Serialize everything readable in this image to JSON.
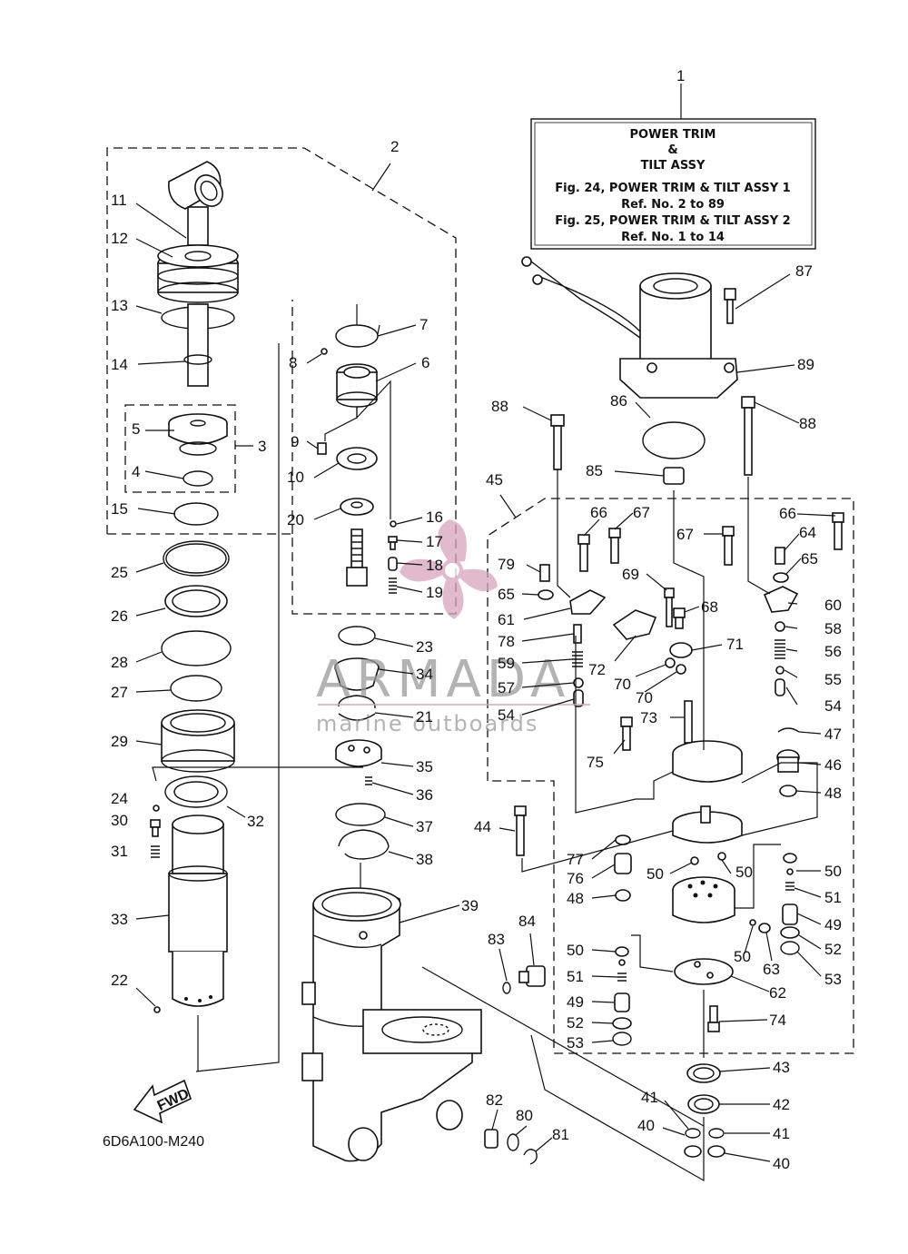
{
  "info_box": {
    "title_line1": "POWER TRIM",
    "title_line2": "&",
    "title_line3": "TILT ASSY",
    "ref1": "Fig. 24, POWER TRIM & TILT ASSY 1",
    "ref1_range": "Ref. No. 2 to 89",
    "ref2": "Fig. 25, POWER TRIM & TILT ASSY 2",
    "ref2_range": "Ref. No. 1 to 14"
  },
  "watermark": {
    "brand": "ARMADA",
    "tagline": "marine outboards",
    "color": "#d9a3bd",
    "gray": "#9a9a9a"
  },
  "fwd_label": "FWD",
  "diagram_code": "6D6A100-M240",
  "callouts": {
    "c1": "1",
    "c2": "2",
    "c3": "3",
    "c4": "4",
    "c5": "5",
    "c6": "6",
    "c7": "7",
    "c8": "8",
    "c9": "9",
    "c10": "10",
    "c11": "11",
    "c12": "12",
    "c13": "13",
    "c14": "14",
    "c15": "15",
    "c16": "16",
    "c17": "17",
    "c18": "18",
    "c19": "19",
    "c20": "20",
    "c21": "21",
    "c22": "22",
    "c23": "23",
    "c24": "24",
    "c25": "25",
    "c26": "26",
    "c27": "27",
    "c28": "28",
    "c29": "29",
    "c30": "30",
    "c31": "31",
    "c32": "32",
    "c33": "33",
    "c34": "34",
    "c35": "35",
    "c36": "36",
    "c37": "37",
    "c38": "38",
    "c39": "39",
    "c40a": "40",
    "c40b": "40",
    "c41a": "41",
    "c41b": "41",
    "c42": "42",
    "c43": "43",
    "c44": "44",
    "c45": "45",
    "c46": "46",
    "c47": "47",
    "c48a": "48",
    "c48b": "48",
    "c49a": "49",
    "c49b": "49",
    "c50a": "50",
    "c50b": "50",
    "c50c": "50",
    "c50d": "50",
    "c50e": "50",
    "c51a": "51",
    "c51b": "51",
    "c52a": "52",
    "c52b": "52",
    "c53a": "53",
    "c53b": "53",
    "c54a": "54",
    "c54b": "54",
    "c55": "55",
    "c56": "56",
    "c57": "57",
    "c58": "58",
    "c59": "59",
    "c60": "60",
    "c61": "61",
    "c62": "62",
    "c63": "63",
    "c64": "64",
    "c65a": "65",
    "c65b": "65",
    "c66a": "66",
    "c66b": "66",
    "c67a": "67",
    "c67b": "67",
    "c68": "68",
    "c69": "69",
    "c70a": "70",
    "c70b": "70",
    "c71": "71",
    "c72": "72",
    "c73": "73",
    "c74": "74",
    "c75": "75",
    "c76": "76",
    "c77": "77",
    "c78": "78",
    "c79": "79",
    "c80": "80",
    "c81": "81",
    "c82": "82",
    "c83": "83",
    "c84": "84",
    "c85": "85",
    "c86": "86",
    "c87": "87",
    "c88a": "88",
    "c88b": "88",
    "c89": "89"
  }
}
